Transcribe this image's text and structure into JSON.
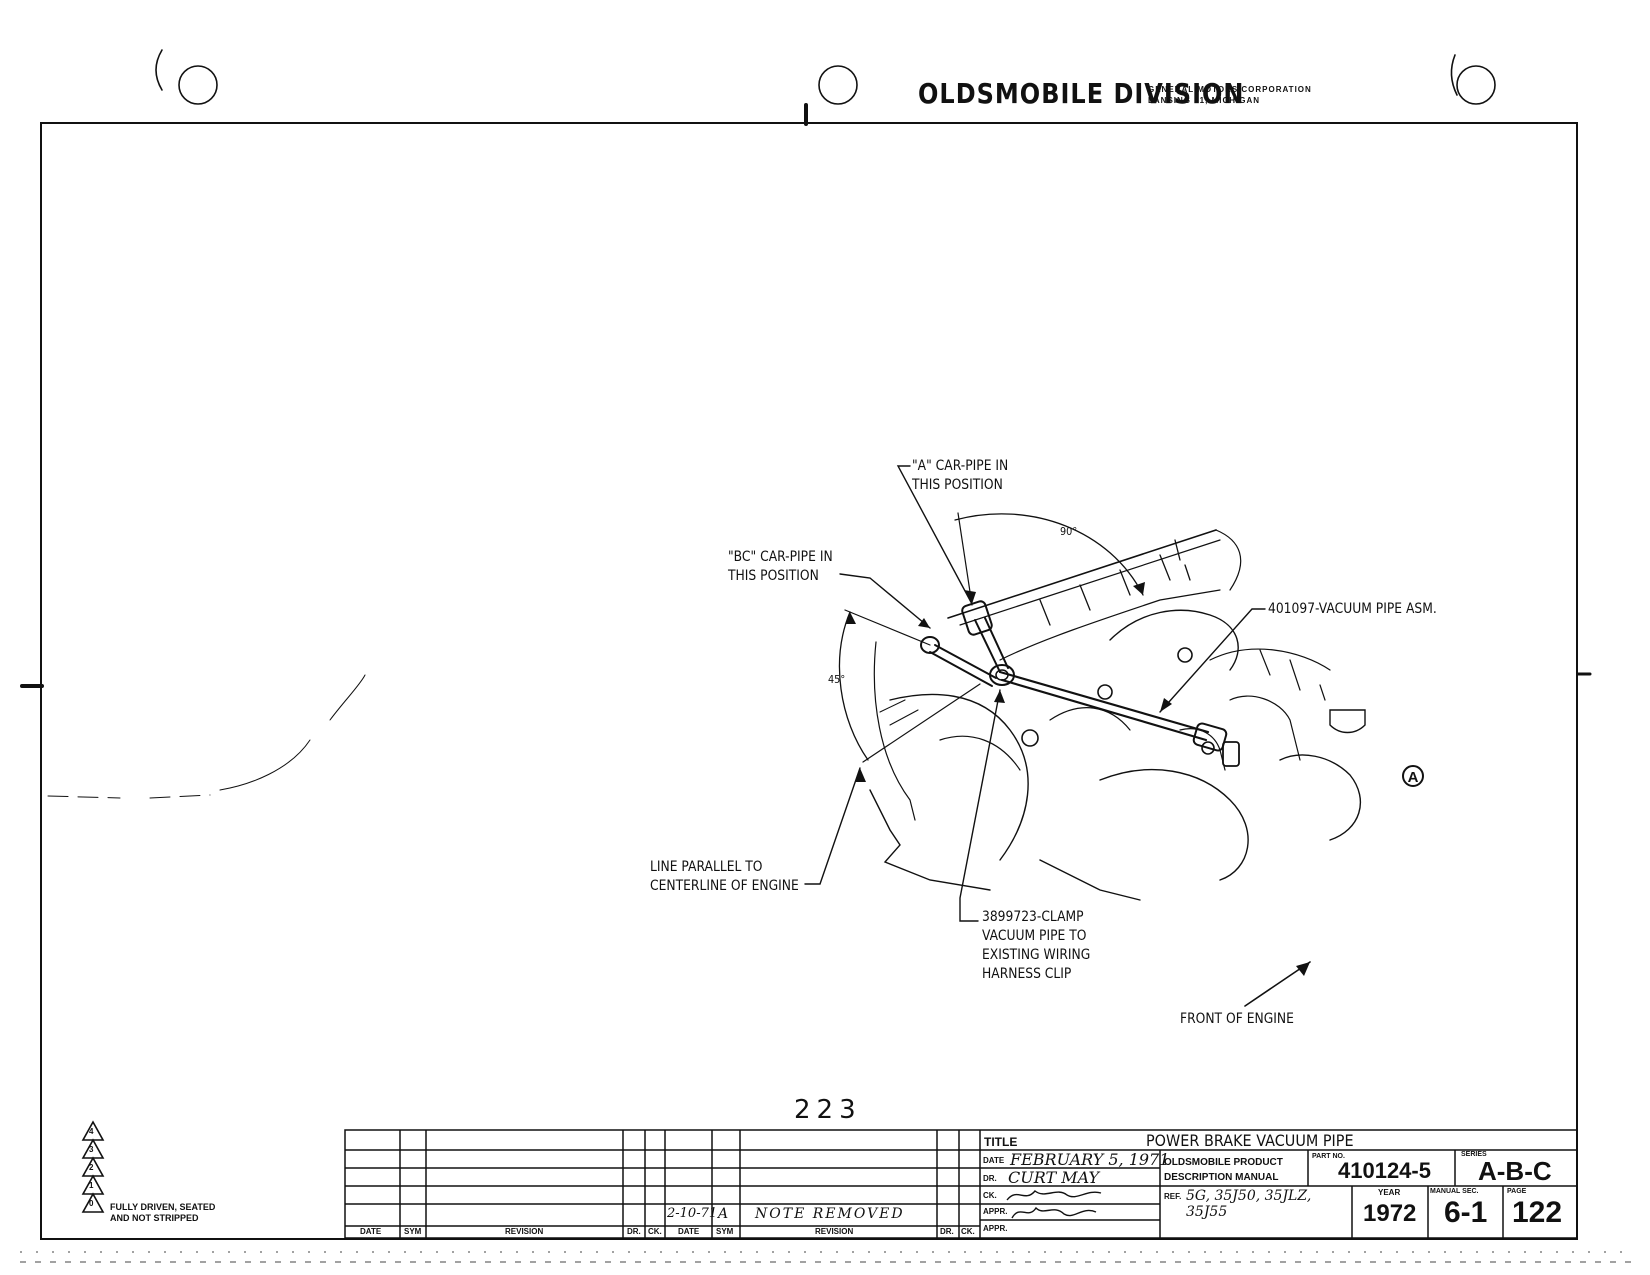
{
  "header": {
    "division": "OLDSMOBILE DIVISION",
    "corporation": "GENERAL MOTORS CORPORATION",
    "location": "LANSING 21, MICHIGAN"
  },
  "callouts": {
    "a_car_line1": "\"A\" CAR-PIPE IN",
    "a_car_line2": "THIS POSITION",
    "bc_car_line1": "\"BC\" CAR-PIPE IN",
    "bc_car_line2": "THIS POSITION",
    "vacuum_pipe": "401097-VACUUM PIPE ASM.",
    "angle_90": "90°",
    "angle_45": "45°",
    "line_parallel_1": "LINE PARALLEL TO",
    "line_parallel_2": "CENTERLINE OF ENGINE",
    "clamp_1": "3899723-CLAMP",
    "clamp_2": "VACUUM PIPE TO",
    "clamp_3": "EXISTING WIRING",
    "clamp_4": "HARNESS CLIP",
    "front": "FRONT OF ENGINE",
    "view_marker": "A"
  },
  "page_number": "223",
  "legend": {
    "symbols": [
      "4",
      "3",
      "2",
      "1",
      "0"
    ],
    "note_line1": "FULLY DRIVEN, SEATED",
    "note_line2": "AND NOT STRIPPED"
  },
  "revision_block": {
    "col_date": "DATE",
    "col_sym": "SYM",
    "col_revision": "REVISION",
    "col_dr": "DR.",
    "col_ck": "CK.",
    "entry_date": "2-10-71",
    "entry_sym": "A",
    "entry_revision": "NOTE REMOVED"
  },
  "title_block": {
    "title_label": "TITLE",
    "title": "POWER BRAKE VACUUM PIPE",
    "date_label": "DATE",
    "date": "FEBRUARY 5, 1971",
    "dr_label": "DR.",
    "dr": "CURT MAY",
    "ck_label": "CK.",
    "appr_label": "APPR.",
    "manual_line1": "OLDSMOBILE PRODUCT",
    "manual_line2": "DESCRIPTION MANUAL",
    "part_label": "PART NO.",
    "part_no": "410124-5",
    "series_label": "SERIES",
    "series": "A-B-C",
    "ref_label": "REF.",
    "ref_line1": "5G, 35J50, 35JLZ,",
    "ref_line2": "35J55",
    "year_label": "YEAR",
    "year": "1972",
    "manual_sec_label": "MANUAL SEC.",
    "manual_sec": "6-1",
    "page_label": "PAGE",
    "page": "122"
  }
}
